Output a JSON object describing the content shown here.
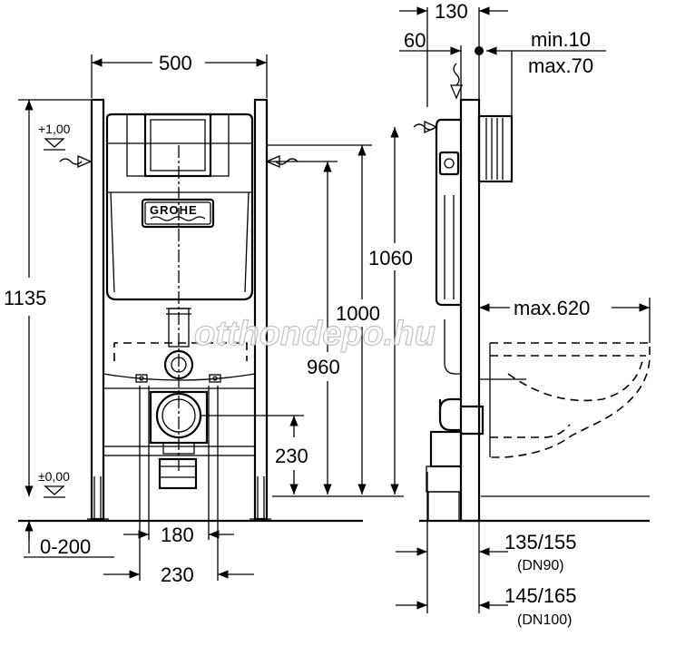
{
  "brand": {
    "logo_text": "GROHE"
  },
  "watermark": "otthondepo.hu",
  "levels": {
    "top": "+1,00",
    "floor": "±0,00"
  },
  "dimensions": {
    "frame_width": "500",
    "frame_height": "1135",
    "height_1060": "1060",
    "height_1000": "1000",
    "height_960": "960",
    "outlet_height": "230",
    "outlet_spacing": "180",
    "support_spacing": "230",
    "floor_adjust": "0-200",
    "depth_top": "130",
    "depth_60": "60",
    "wall_min": "min.10",
    "wall_max": "max.70",
    "projection": "max.620",
    "pipe_90": "135/155",
    "pipe_90_dn": "(DN90)",
    "pipe_100": "145/165",
    "pipe_100_dn": "(DN100)"
  }
}
